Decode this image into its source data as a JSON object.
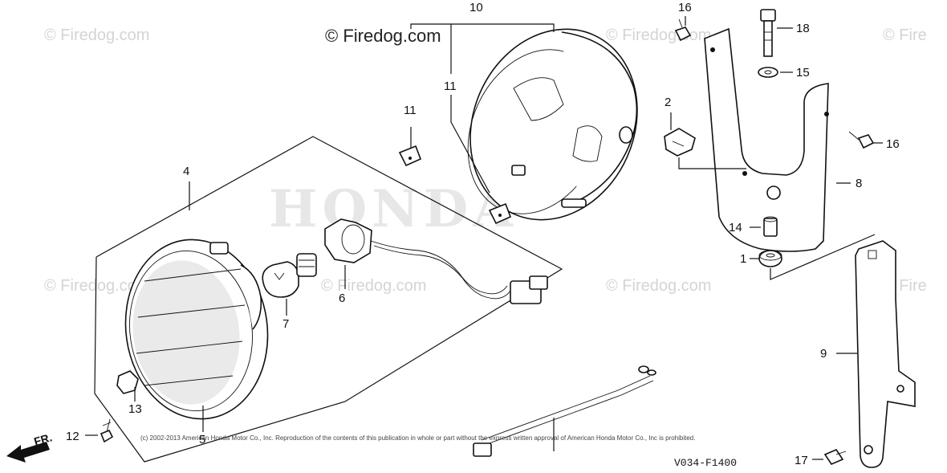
{
  "watermarks": [
    "© Firedog.com",
    "© Firedog.com",
    "© Firedog.com",
    "© Fire",
    "© Firedog.com",
    "© Firedog.com",
    "© Firedog.com",
    "© Firedog.com",
    "© Fire"
  ],
  "brand_text": "HONDA",
  "site_label": "© Firedog.com",
  "copyright_note": "(c) 2002-2013 American Honda Motor Co., Inc. Reproduction of the contents of this publication in whole or part without the express written approval of American Honda Motor Co., Inc is prohibited.",
  "diagram_code": "V034-F1400",
  "front_arrow_label": "FR.",
  "callouts": {
    "c1": "1",
    "c2": "2",
    "c4": "4",
    "c5": "5",
    "c6": "6",
    "c7": "7",
    "c8": "8",
    "c9": "9",
    "c10": "10",
    "c11a": "11",
    "c11b": "11",
    "c12": "12",
    "c13": "13",
    "c14": "14",
    "c15": "15",
    "c16a": "16",
    "c16b": "16",
    "c17": "17",
    "c18": "18"
  }
}
